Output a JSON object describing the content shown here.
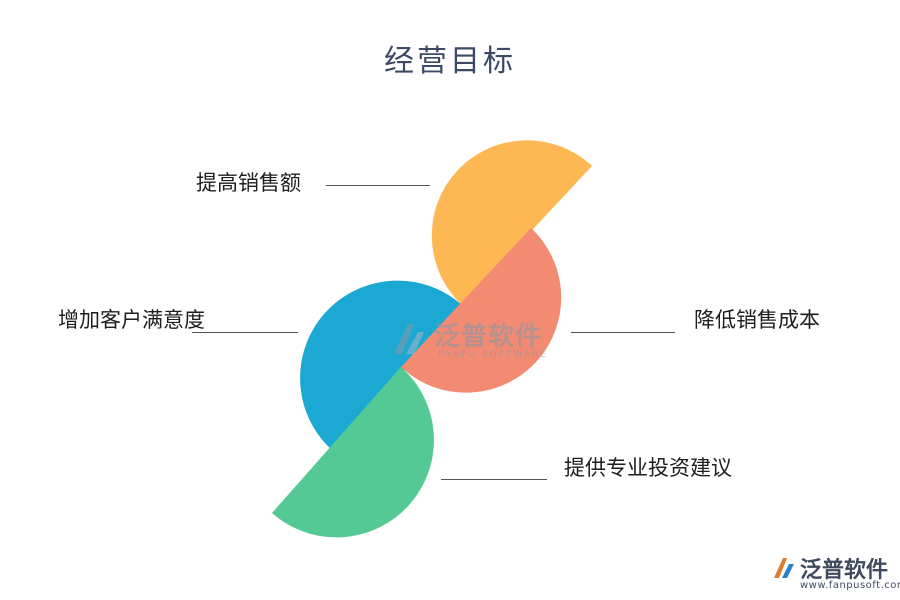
{
  "title": "经营目标",
  "goals": [
    {
      "label": "提高销售额",
      "color": "#fdb853"
    },
    {
      "label": "增加客户满意度",
      "color": "#1ba9d4"
    },
    {
      "label": "降低销售成本",
      "color": "#f28b72"
    },
    {
      "label": "提供专业投资建议",
      "color": "#54c993"
    }
  ],
  "watermark": {
    "name": "泛普软件",
    "sub": "FANPU SOFTWARE"
  },
  "brand": {
    "name": "泛普软件",
    "url": "www.fanpusoft.com"
  }
}
